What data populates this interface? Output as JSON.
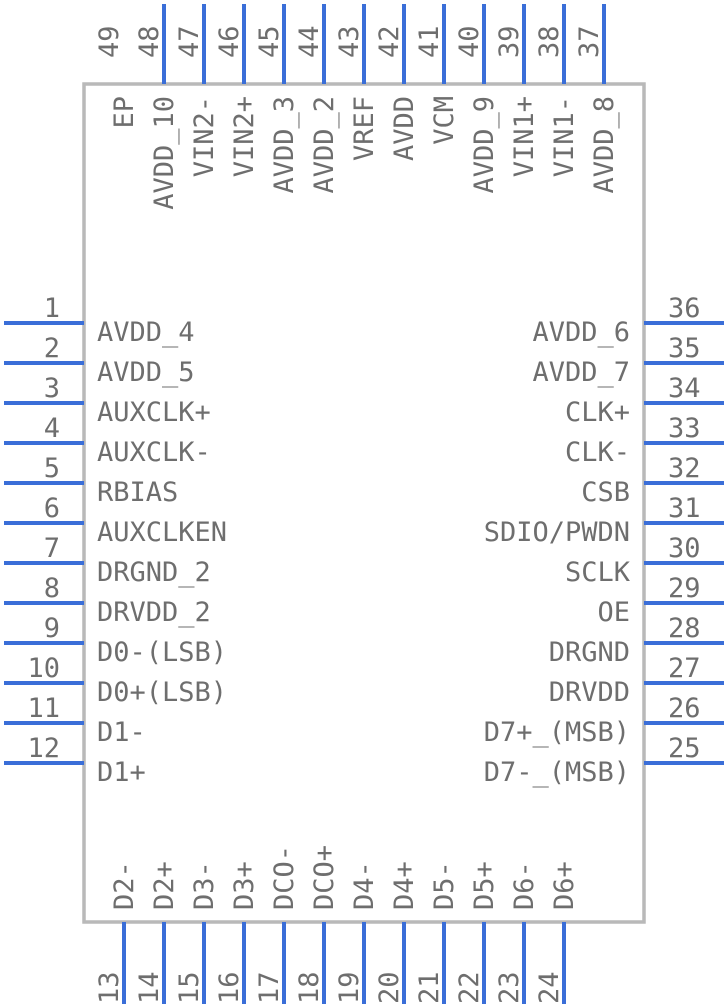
{
  "component": {
    "pins_left": [
      {
        "number": "1",
        "name": "AVDD_4"
      },
      {
        "number": "2",
        "name": "AVDD_5"
      },
      {
        "number": "3",
        "name": "AUXCLK+"
      },
      {
        "number": "4",
        "name": "AUXCLK-"
      },
      {
        "number": "5",
        "name": "RBIAS"
      },
      {
        "number": "6",
        "name": "AUXCLKEN"
      },
      {
        "number": "7",
        "name": "DRGND_2"
      },
      {
        "number": "8",
        "name": "DRVDD_2"
      },
      {
        "number": "9",
        "name": "D0-(LSB)"
      },
      {
        "number": "10",
        "name": "D0+(LSB)"
      },
      {
        "number": "11",
        "name": "D1-"
      },
      {
        "number": "12",
        "name": "D1+"
      }
    ],
    "pins_right": [
      {
        "number": "36",
        "name": "AVDD_6"
      },
      {
        "number": "35",
        "name": "AVDD_7"
      },
      {
        "number": "34",
        "name": "CLK+"
      },
      {
        "number": "33",
        "name": "CLK-"
      },
      {
        "number": "32",
        "name": "CSB"
      },
      {
        "number": "31",
        "name": "SDIO/PWDN"
      },
      {
        "number": "30",
        "name": "SCLK"
      },
      {
        "number": "29",
        "name": "OE"
      },
      {
        "number": "28",
        "name": "DRGND"
      },
      {
        "number": "27",
        "name": "DRVDD"
      },
      {
        "number": "26",
        "name": "D7+_(MSB)"
      },
      {
        "number": "25",
        "name": "D7-_(MSB)"
      }
    ],
    "pins_bottom": [
      {
        "number": "13",
        "name": "D2-"
      },
      {
        "number": "14",
        "name": "D2+"
      },
      {
        "number": "15",
        "name": "D3-"
      },
      {
        "number": "16",
        "name": "D3+"
      },
      {
        "number": "17",
        "name": "DCO-"
      },
      {
        "number": "18",
        "name": "DCO+"
      },
      {
        "number": "19",
        "name": "D4-"
      },
      {
        "number": "20",
        "name": "D4+"
      },
      {
        "number": "21",
        "name": "D5-"
      },
      {
        "number": "22",
        "name": "D5+"
      },
      {
        "number": "23",
        "name": "D6-"
      },
      {
        "number": "24",
        "name": "D6+"
      }
    ],
    "pins_top": [
      {
        "number": "49",
        "name": "EP"
      },
      {
        "number": "48",
        "name": "AVDD_10"
      },
      {
        "number": "47",
        "name": "VIN2-"
      },
      {
        "number": "46",
        "name": "VIN2+"
      },
      {
        "number": "45",
        "name": "AVDD_3"
      },
      {
        "number": "44",
        "name": "AVDD_2"
      },
      {
        "number": "43",
        "name": "VREF"
      },
      {
        "number": "42",
        "name": "AVDD"
      },
      {
        "number": "41",
        "name": "VCM"
      },
      {
        "number": "40",
        "name": "AVDD_9"
      },
      {
        "number": "39",
        "name": "VIN1+"
      },
      {
        "number": "38",
        "name": "VIN1-"
      },
      {
        "number": "37",
        "name": "AVDD_8"
      }
    ]
  },
  "colors": {
    "pin_line": "#3a6ed8",
    "body_outline": "#b9b9b9",
    "text": "#6e6e6e"
  }
}
